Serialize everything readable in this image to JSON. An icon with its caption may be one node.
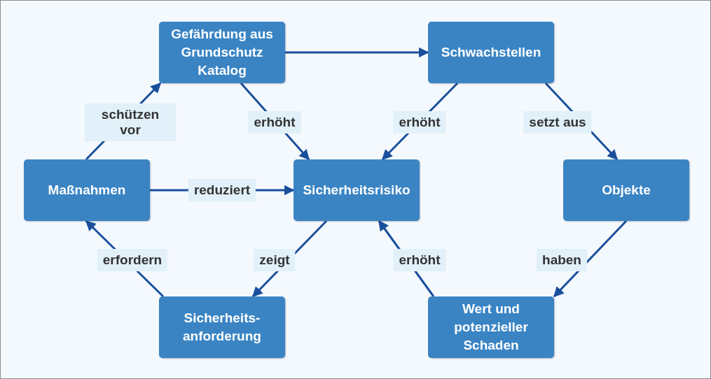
{
  "diagram": {
    "nodes": [
      {
        "text": [
          "Gefährdung aus Grundschutz Katalog"
        ]
      },
      {
        "text": [
          "Schwachstellen"
        ]
      },
      {
        "text": [
          "Maßnahmen"
        ]
      },
      {
        "text": [
          "Sicherheitsrisiko"
        ]
      },
      {
        "text": [
          "Objekte"
        ]
      },
      {
        "text": [
          "Sicherheits- anforderung"
        ]
      },
      {
        "text": [
          "Wert und potenzieller Schaden"
        ]
      }
    ],
    "edges": [
      {
        "from": 0,
        "to": 1,
        "arrow": "to"
      },
      {
        "from": 0,
        "to": 3,
        "arrow": "to",
        "label": "erhöht"
      },
      {
        "from": 1,
        "to": 3,
        "arrow": "to",
        "label": "erhöht"
      },
      {
        "from": 1,
        "to": 4,
        "arrow": "to",
        "label": "setzt aus"
      },
      {
        "from": 2,
        "to": 0,
        "arrow": "to",
        "label": "schützen vor"
      },
      {
        "from": 2,
        "to": 3,
        "arrow": "to",
        "label": "reduziert"
      },
      {
        "from": 3,
        "to": 5,
        "arrow": "to",
        "label": "zeigt"
      },
      {
        "from": 5,
        "to": 2,
        "arrow": "to",
        "label": "erfordern"
      },
      {
        "from": 6,
        "to": 3,
        "arrow": "to",
        "label": "erhöht"
      },
      {
        "from": 4,
        "to": 6,
        "arrow": "to",
        "label": "haben"
      }
    ]
  }
}
